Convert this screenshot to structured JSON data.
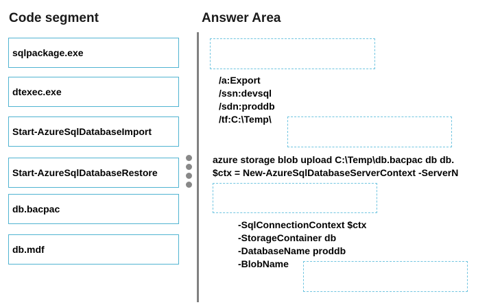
{
  "code_segment": {
    "title": "Code segment",
    "items": [
      {
        "label": "sqlpackage.exe"
      },
      {
        "label": "dtexec.exe"
      },
      {
        "label": "Start-AzureSqlDatabaseImport"
      },
      {
        "label": "Start-AzureSqlDatabaseRestore"
      },
      {
        "label": "db.bacpac"
      },
      {
        "label": "db.mdf"
      }
    ]
  },
  "answer_area": {
    "title": "Answer Area",
    "block1": {
      "lines": [
        "/a:Export",
        "/ssn:devsql",
        "/sdn:proddb",
        "/tf:C:\\Temp\\"
      ]
    },
    "block2": {
      "line1": "azure storage blob upload C:\\Temp\\db.bacpac db db.",
      "line2": "$ctx = New-AzureSqlDatabaseServerContext -ServerN"
    },
    "block3": {
      "lines": [
        "-SqlConnectionContext $ctx",
        "-StorageContainer db",
        "-DatabaseName proddb",
        "-BlobName"
      ]
    }
  }
}
